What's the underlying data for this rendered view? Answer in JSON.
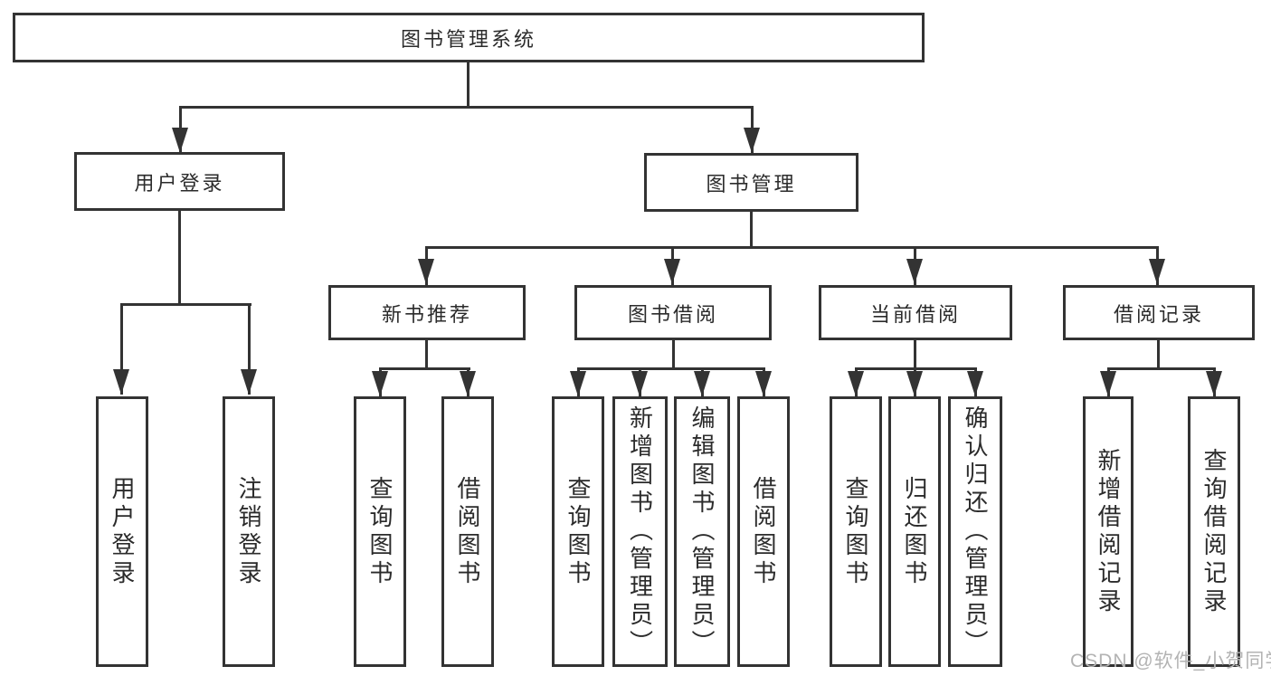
{
  "diagram": {
    "title": "图书管理系统",
    "root": {
      "label": "图书管理系统"
    },
    "branches": [
      {
        "label": "用户登录",
        "children": [
          {
            "label": "用户登录"
          },
          {
            "label": "注销登录"
          }
        ]
      },
      {
        "label": "图书管理",
        "children": [
          {
            "label": "新书推荐",
            "children": [
              {
                "label": "查询图书"
              },
              {
                "label": "借阅图书"
              }
            ]
          },
          {
            "label": "图书借阅",
            "children": [
              {
                "label": "查询图书"
              },
              {
                "label": "新增图书（管理员）"
              },
              {
                "label": "编辑图书（管理员）"
              },
              {
                "label": "借阅图书"
              }
            ]
          },
          {
            "label": "当前借阅",
            "children": [
              {
                "label": "查询图书"
              },
              {
                "label": "归还图书"
              },
              {
                "label": "确认归还（管理员）"
              }
            ]
          },
          {
            "label": "借阅记录",
            "children": [
              {
                "label": "新增借阅记录"
              },
              {
                "label": "查询借阅记录"
              }
            ]
          }
        ]
      }
    ]
  },
  "watermark": {
    "text": "CSDN @软件_小贺同学"
  },
  "colors": {
    "line": "#333333",
    "text": "#2b2b2b",
    "background": "#ffffff",
    "watermark": "#b3b3b3"
  }
}
